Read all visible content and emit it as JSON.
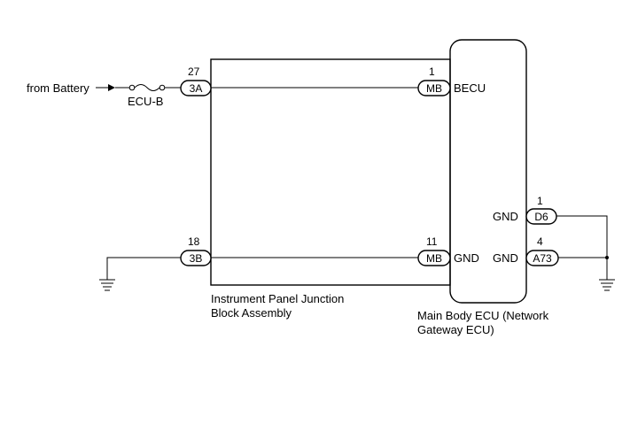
{
  "source": {
    "label": "from Battery"
  },
  "fuse": {
    "label": "ECU-B"
  },
  "junction_block": {
    "name_line1": "Instrument Panel Junction",
    "name_line2": "Block Assembly",
    "connectors": {
      "in_top": {
        "code": "3A",
        "pin": "27"
      },
      "in_bottom": {
        "code": "3B",
        "pin": "18"
      },
      "out_top": {
        "code": "MB",
        "pin": "1"
      },
      "out_bottom": {
        "code": "MB",
        "pin": "11"
      }
    }
  },
  "ecu": {
    "name_line1": "Main Body ECU (Network",
    "name_line2": "Gateway ECU)",
    "terminals": {
      "becu": "BECU",
      "gnd_left": "GND",
      "gnd_d6": "GND",
      "gnd_a73": "GND"
    },
    "connectors": {
      "d6": {
        "code": "D6",
        "pin": "1"
      },
      "a73": {
        "code": "A73",
        "pin": "4"
      }
    }
  }
}
